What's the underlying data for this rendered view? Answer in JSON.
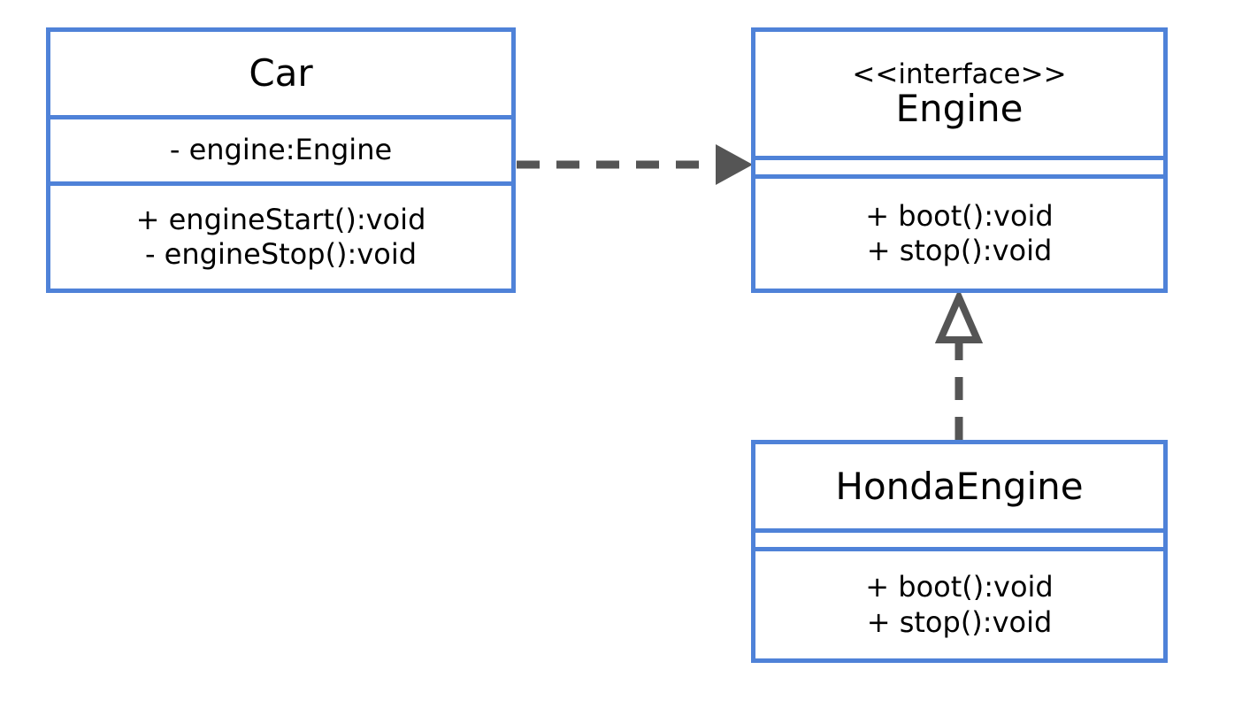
{
  "diagram": {
    "type": "uml-class-diagram",
    "title": "Car / Engine / HondaEngine UML class diagram",
    "background_color": "#ffffff",
    "border_color": "#4f82d8",
    "text_color": "#000000",
    "connector_color": "#555555"
  },
  "classes": [
    {
      "id": "car",
      "name": "Car",
      "stereotype": "",
      "attributes": [
        "- engine:Engine"
      ],
      "methods": [
        "+ engineStart():void",
        "- engineStop():void"
      ]
    },
    {
      "id": "engine",
      "name": "Engine",
      "stereotype": "<<interface>>",
      "attributes": [],
      "methods": [
        "+ boot():void",
        "+ stop():void"
      ]
    },
    {
      "id": "hondaEngine",
      "name": "HondaEngine",
      "stereotype": "",
      "attributes": [],
      "methods": [
        "+ boot():void",
        "+ stop():void"
      ]
    }
  ],
  "relationships": [
    {
      "id": "car-uses-engine",
      "from": "Car",
      "to": "Engine",
      "kind": "dependency",
      "line_style": "dashed",
      "arrow_head": "filled-triangle",
      "label": ""
    },
    {
      "id": "hondaengine-realizes-engine",
      "from": "HondaEngine",
      "to": "Engine",
      "kind": "realization",
      "line_style": "dashed",
      "arrow_head": "open-triangle",
      "label": ""
    }
  ],
  "labels": {
    "car_title": "Car",
    "car_attr_1": "- engine:Engine",
    "car_method_1": "+ engineStart():void",
    "car_method_2": "- engineStop():void",
    "engine_stereotype": "<<interface>>",
    "engine_title": "Engine",
    "engine_method_1": "+ boot():void",
    "engine_method_2": "+ stop():void",
    "honda_title": "HondaEngine",
    "honda_method_1": "+ boot():void",
    "honda_method_2": "+ stop():void"
  }
}
